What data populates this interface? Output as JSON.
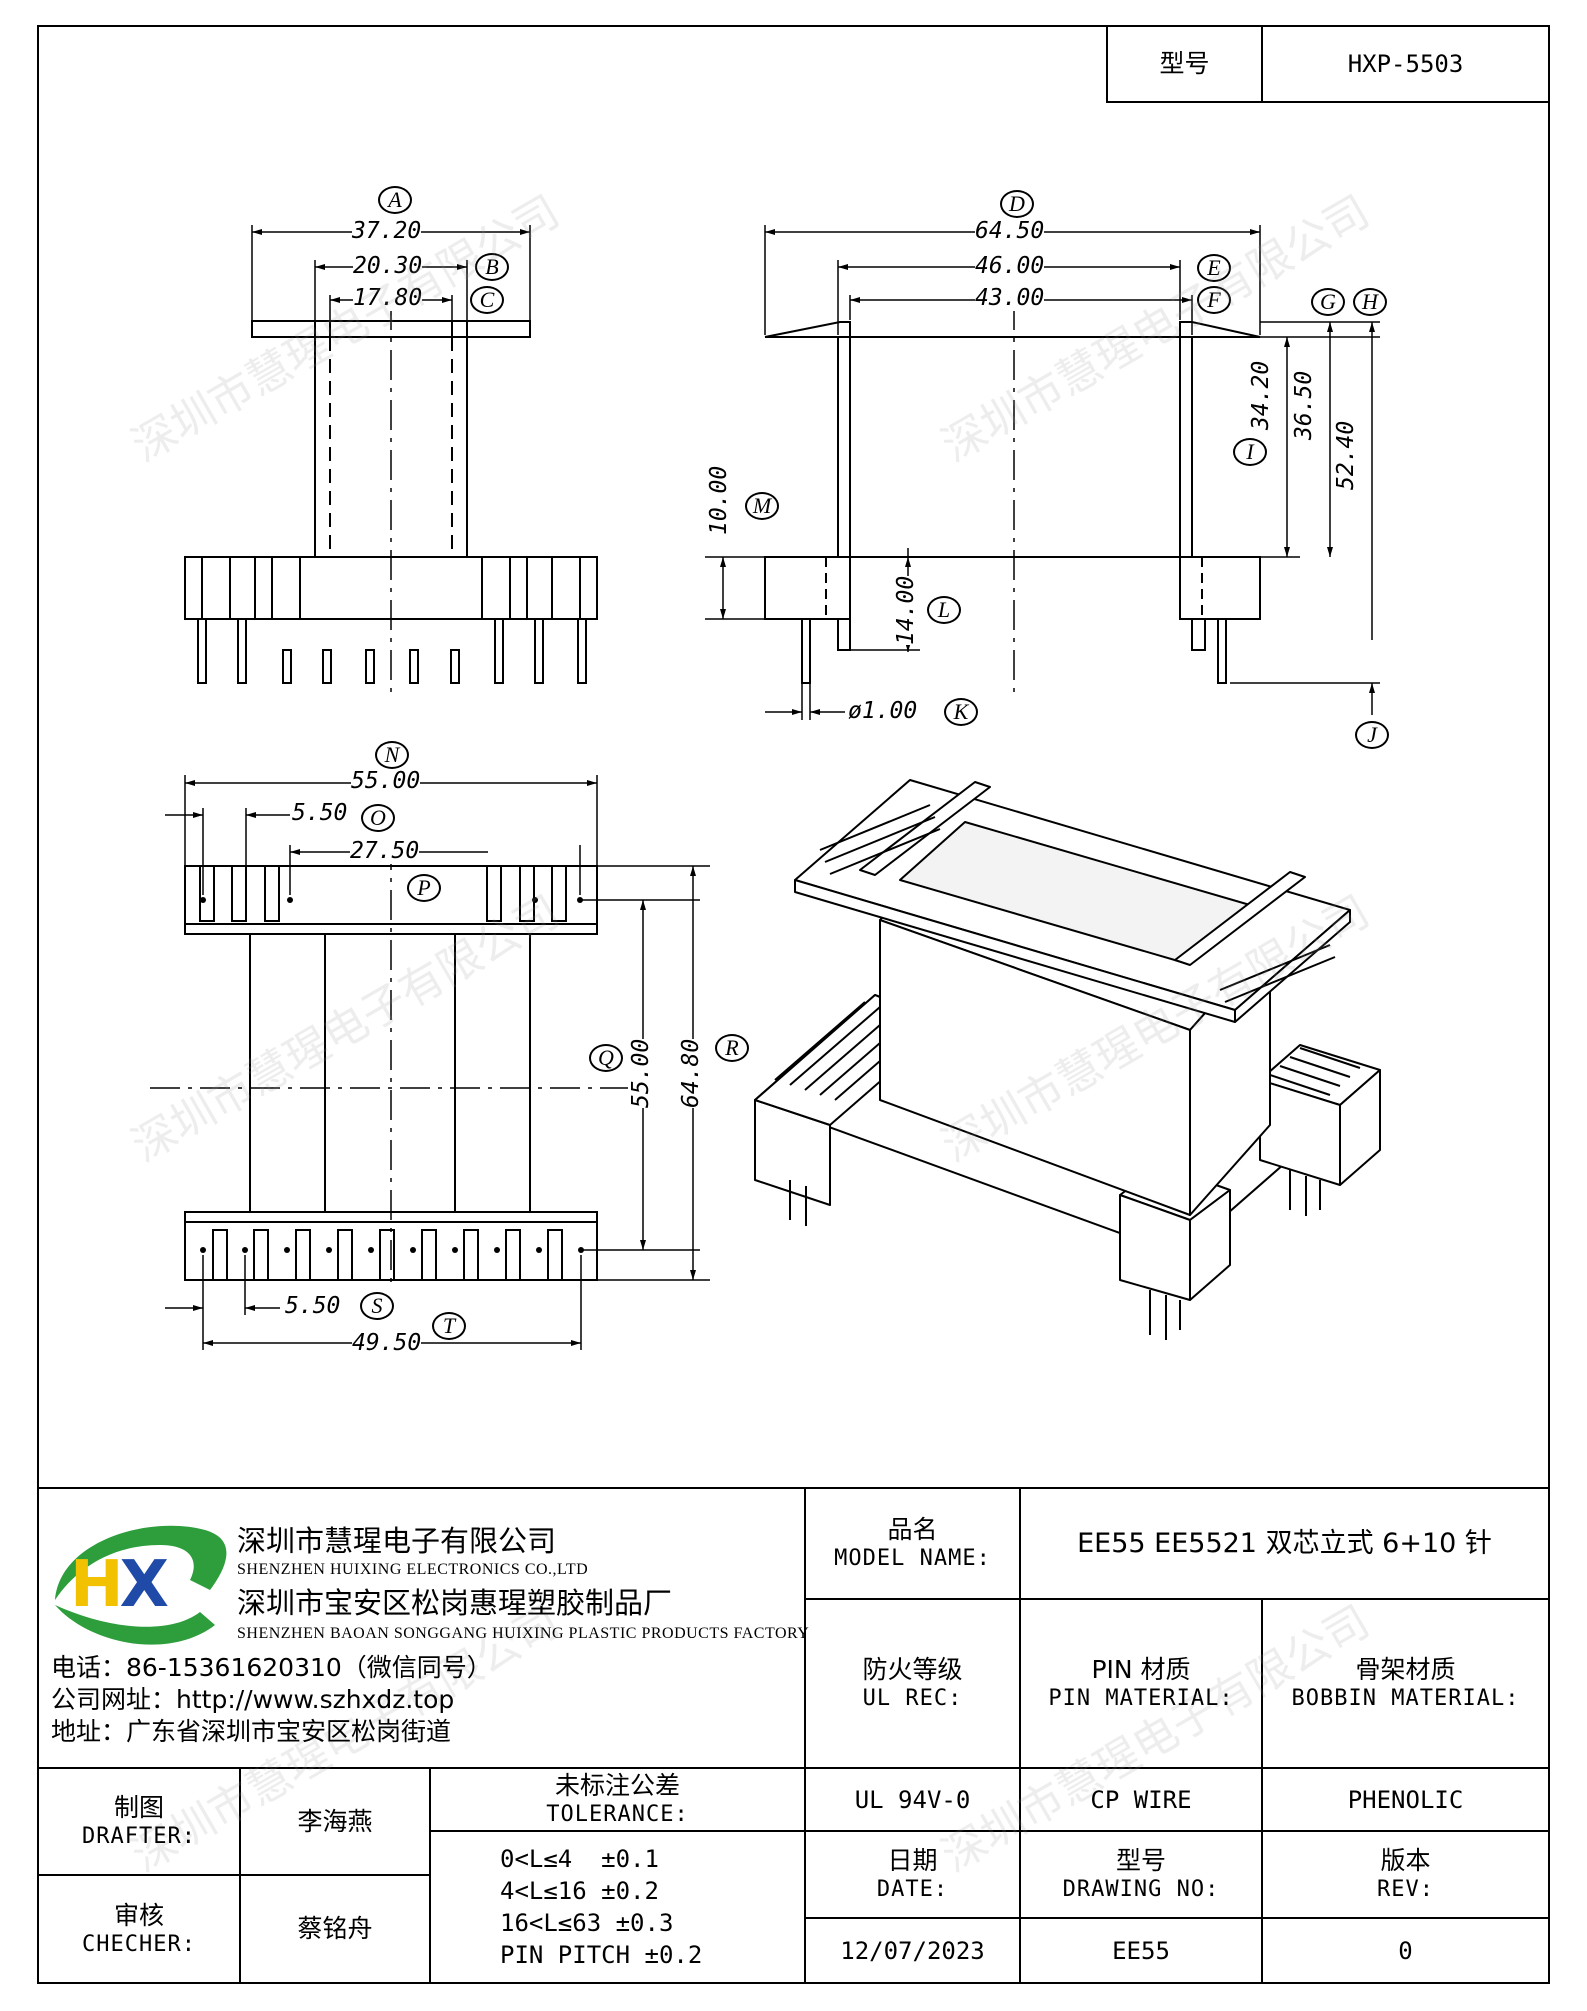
{
  "header": {
    "model_label": "型号",
    "model_value": "HXP-5503"
  },
  "dimensions": {
    "A": "37.20",
    "B": "20.30",
    "C": "17.80",
    "D": "64.50",
    "E": "46.00",
    "F": "43.00",
    "I": "34.20",
    "G_H": "36.50",
    "J": "52.40",
    "M": "10.00",
    "L": "14.00",
    "K": "ø1.00",
    "N": "55.00",
    "O": "5.50",
    "P": "27.50",
    "Q": "55.00",
    "R": "64.80",
    "S": "5.50",
    "T": "49.50"
  },
  "callouts": [
    "A",
    "B",
    "C",
    "D",
    "E",
    "F",
    "G",
    "H",
    "I",
    "J",
    "K",
    "L",
    "M",
    "N",
    "O",
    "P",
    "Q",
    "R",
    "S",
    "T"
  ],
  "company": {
    "logo_text": "HX",
    "name_cn": "深圳市慧瑆电子有限公司",
    "name_en": "SHENZHEN HUIXING ELECTRONICS CO.,LTD",
    "factory_cn": "深圳市宝安区松岗惠瑆塑胶制品厂",
    "factory_en": "SHENZHEN BAOAN SONGGANG HUIXING PLASTIC PRODUCTS FACTORY",
    "phone": "电话：86-15361620310（微信同号）",
    "website": "公司网址：http://www.szhxdz.top",
    "address": "地址：广东省深圳市宝安区松岗街道"
  },
  "title_block": {
    "model_name_cn": "品名",
    "model_name_en": "MODEL NAME:",
    "model_name_value": "EE55 EE5521 双芯立式 6+10 针",
    "ul_cn": "防火等级",
    "ul_en": "UL REC:",
    "pin_cn": "PIN 材质",
    "pin_en": "PIN MATERIAL:",
    "bobbin_cn": "骨架材质",
    "bobbin_en": "BOBBIN MATERIAL:",
    "ul_value": "UL 94V-0",
    "pin_value": "CP WIRE",
    "bobbin_value": "PHENOLIC",
    "drafter_cn": "制图",
    "drafter_en": "DRAFTER:",
    "drafter_name": "李海燕",
    "checker_cn": "审核",
    "checker_en": "CHECHER:",
    "checker_name": "蔡铭舟",
    "tolerance_cn": "未标注公差",
    "tolerance_en": "TOLERANCE:",
    "tolerance_lines": [
      "0<L≤4  ±0.1",
      "4<L≤16 ±0.2",
      "16<L≤63 ±0.3",
      "PIN PITCH ±0.2"
    ],
    "date_cn": "日期",
    "date_en": "DATE:",
    "drawing_cn": "型号",
    "drawing_en": "DRAWING NO:",
    "rev_cn": "版本",
    "rev_en": "REV:",
    "date_value": "12/07/2023",
    "drawing_value": "EE55",
    "rev_value": "0"
  },
  "watermark": "深圳市慧瑆电子有限公司",
  "colors": {
    "logo_green": "#2e9e3c",
    "logo_yellow": "#f2c200",
    "logo_blue": "#1f4aa8",
    "line": "#000000"
  }
}
